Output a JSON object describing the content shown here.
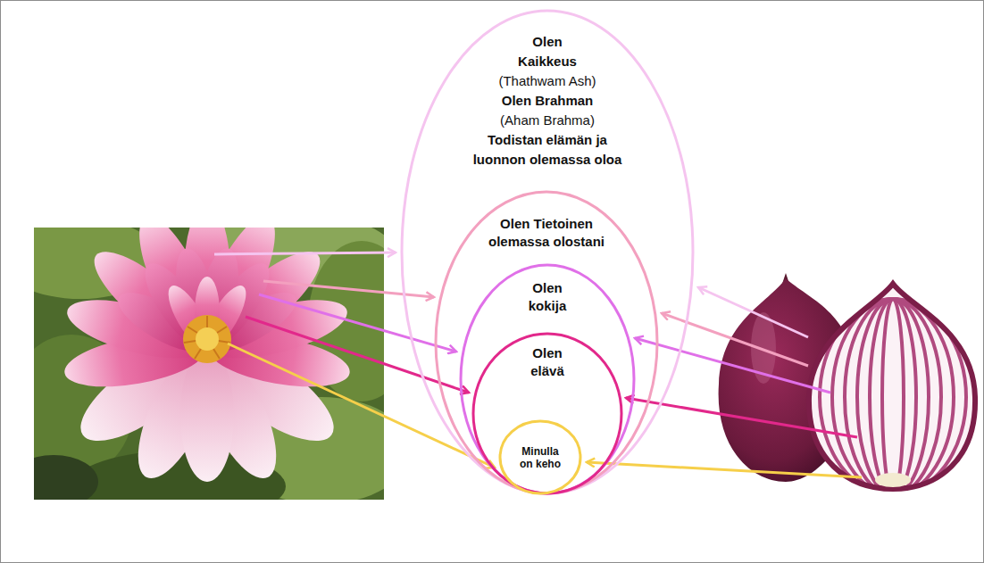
{
  "diagram": {
    "nodes": [
      {
        "text": [
          "Olen Kaikkeus",
          "(Thathwam Ash)",
          "Olen Brahman",
          "(Aham Brahma)",
          "Todistan elämän ja luonnon olemassa oloa"
        ]
      },
      {
        "text": [
          "Olen Tietoinen olemassa olostani"
        ],
        "in": 0
      },
      {
        "text": [
          "Olen kokija"
        ],
        "in": 1
      },
      {
        "text": [
          "Olen elävä"
        ],
        "in": 2
      },
      {
        "text": [
          "Minulla on keho"
        ],
        "in": 3
      }
    ]
  }
}
